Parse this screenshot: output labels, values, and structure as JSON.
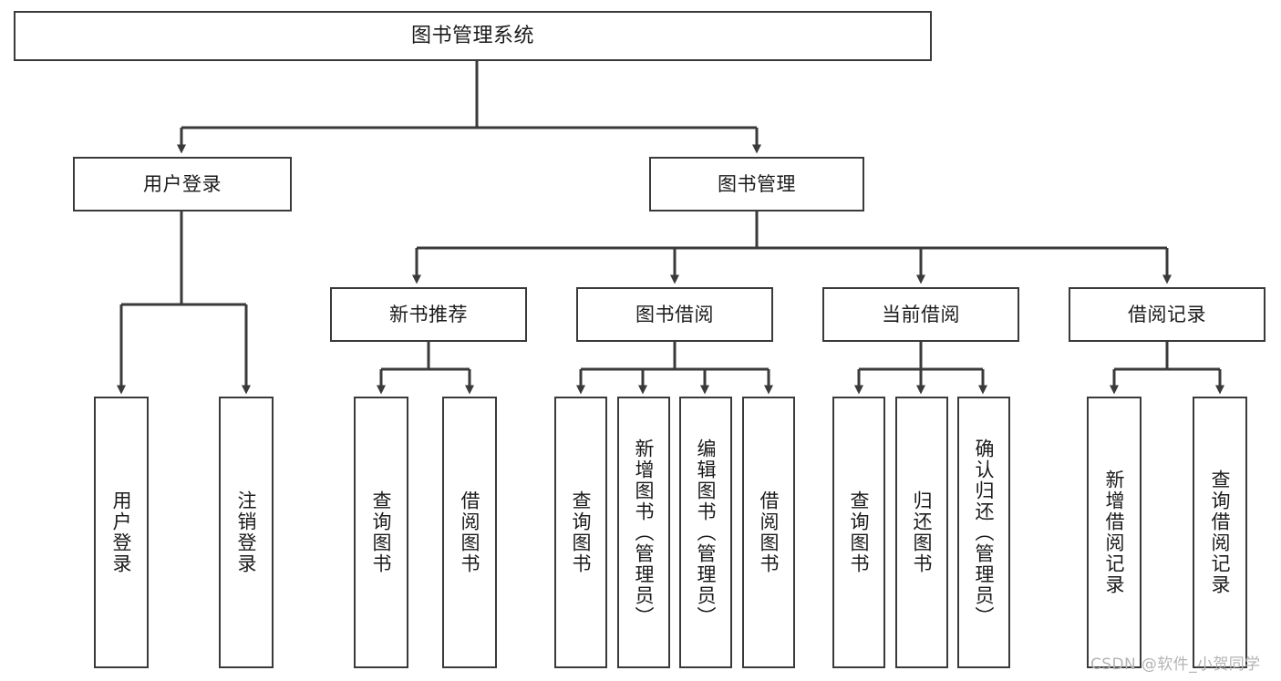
{
  "diagram": {
    "type": "tree",
    "title": "图书管理系统",
    "root": {
      "label": "图书管理系统"
    },
    "level2": [
      {
        "label": "用户登录"
      },
      {
        "label": "图书管理"
      }
    ],
    "level3": [
      {
        "label": "新书推荐"
      },
      {
        "label": "图书借阅"
      },
      {
        "label": "当前借阅"
      },
      {
        "label": "借阅记录"
      }
    ],
    "leaves": {
      "user_login": [
        {
          "label": "用户登录"
        },
        {
          "label": "注销登录"
        }
      ],
      "new_book_recommend": [
        {
          "label": "查询图书"
        },
        {
          "label": "借阅图书"
        }
      ],
      "book_borrow": [
        {
          "label": "查询图书"
        },
        {
          "label": "新增图书（管理员）"
        },
        {
          "label": "编辑图书（管理员）"
        },
        {
          "label": "借阅图书"
        }
      ],
      "current_borrow": [
        {
          "label": "查询图书"
        },
        {
          "label": "归还图书"
        },
        {
          "label": "确认归还（管理员）"
        }
      ],
      "borrow_record": [
        {
          "label": "新增借阅记录"
        },
        {
          "label": "查询借阅记录"
        }
      ]
    }
  },
  "watermark": {
    "text": "CSDN @软件_小贺同学"
  },
  "colors": {
    "stroke": "#3a3a3a",
    "text": "#1b1b1b",
    "background": "#ffffff",
    "watermark": "#b4b4b4"
  }
}
